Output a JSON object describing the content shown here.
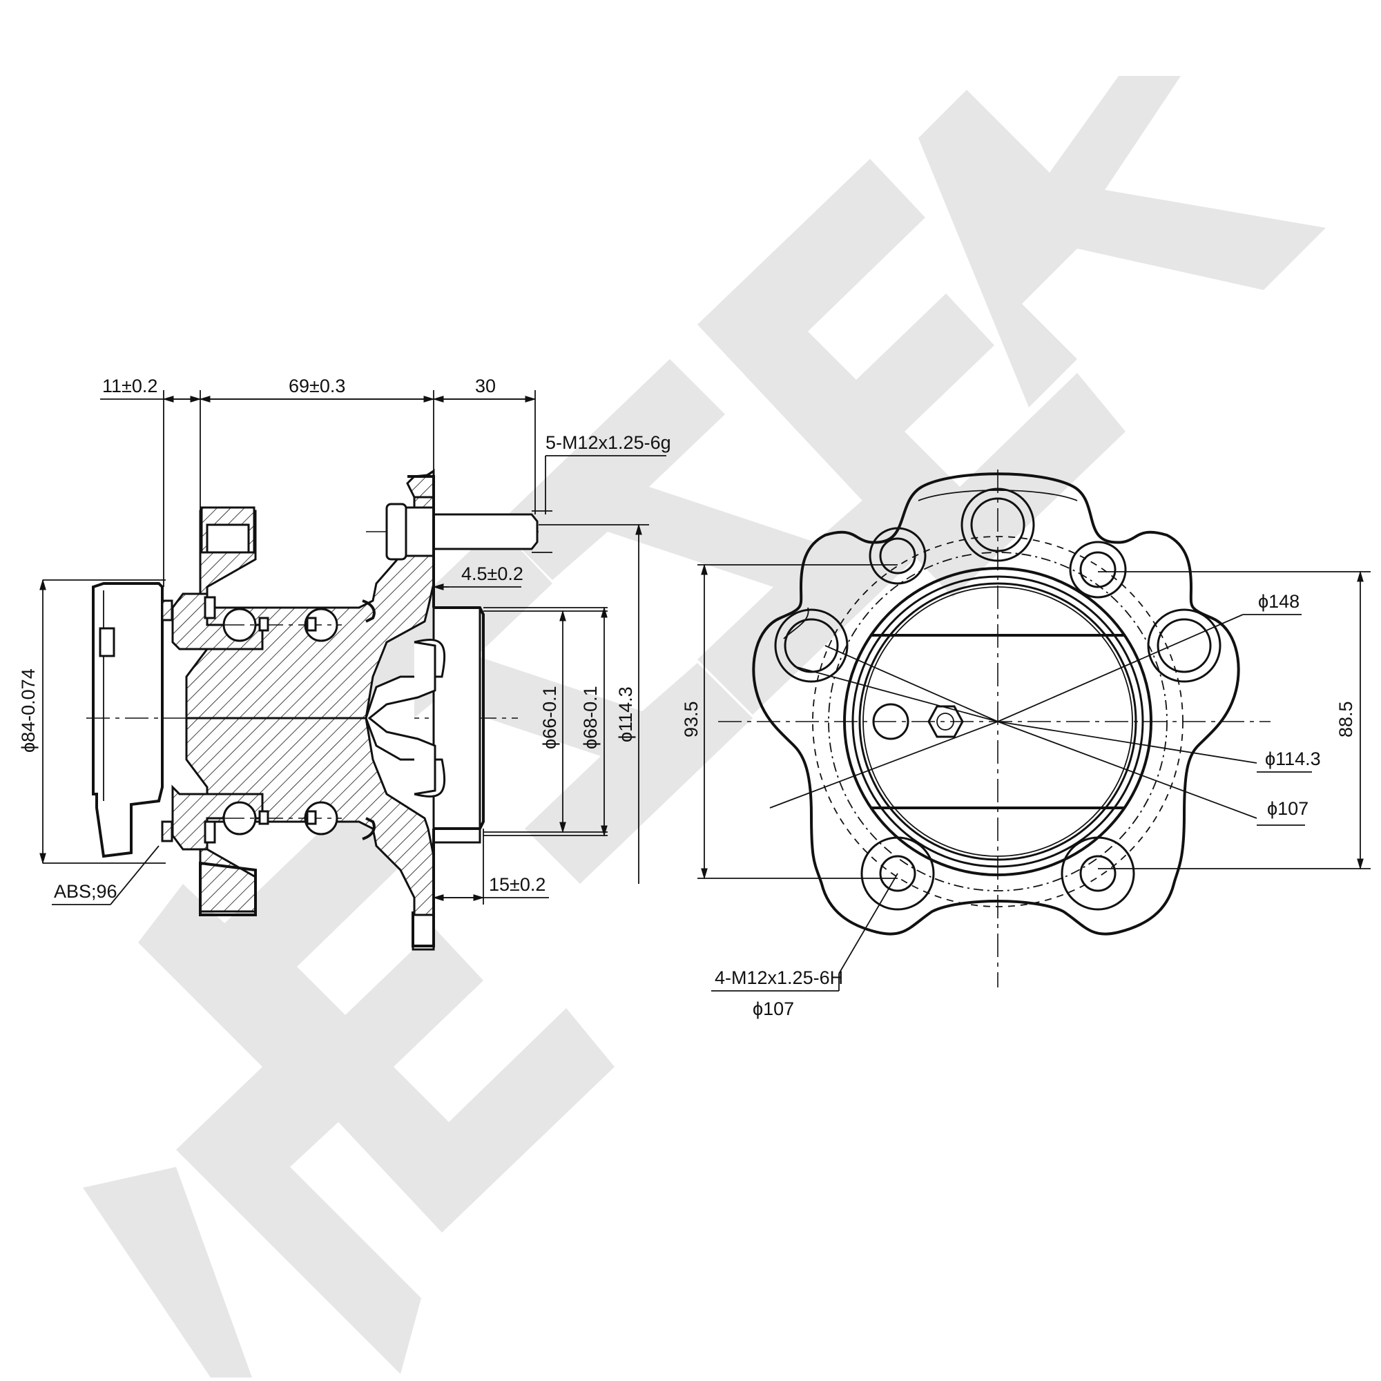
{
  "watermark": {
    "text": "ZENNEK"
  },
  "side_view": {
    "dims": {
      "d1": "11±0.2",
      "d2": "69±0.3",
      "d3": "30",
      "stud": "5-M12x1.25-6g",
      "offset": "4.5±0.2",
      "flange": "15±0.2",
      "abs": "ABS;96",
      "outer_dia": "ϕ84-0.074",
      "pilot1": "ϕ66-0.1",
      "pilot2": "ϕ68-0.1",
      "pcd": "ϕ114.3"
    }
  },
  "front_view": {
    "dims": {
      "outer": "ϕ148",
      "pcd_studs": "ϕ114.3",
      "pcd_holes": "ϕ107",
      "left_height": "93.5",
      "right_height": "88.5",
      "thread_holes": "4-M12x1.25-6H",
      "thread_pcd": "ϕ107"
    }
  }
}
